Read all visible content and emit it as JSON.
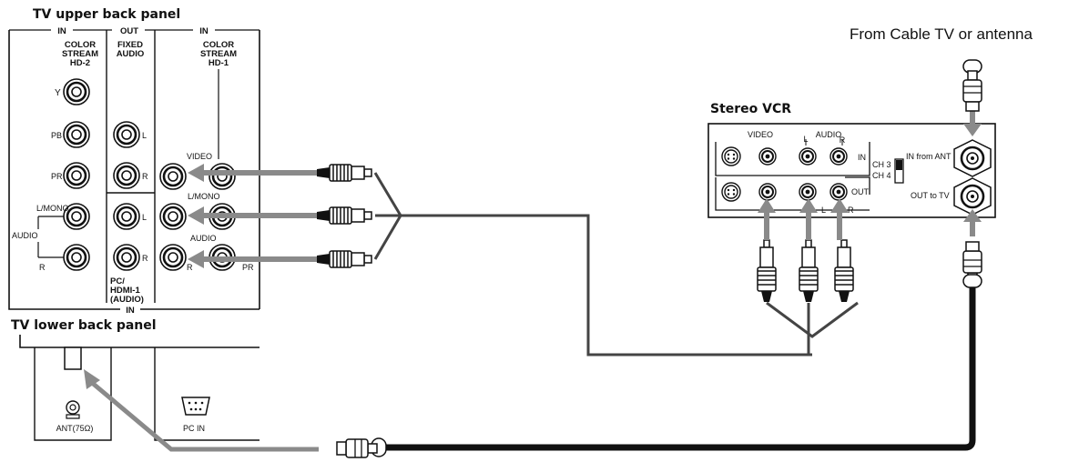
{
  "titles": {
    "upper_panel": "TV upper back panel",
    "lower_panel": "TV lower back panel",
    "vcr": "Stereo VCR",
    "source": "From Cable TV or antenna"
  },
  "upper_panel": {
    "group_in_left": "IN",
    "group_out": "OUT",
    "group_in_right": "IN",
    "color_stream_hd2": [
      "COLOR",
      "STREAM",
      "HD-2"
    ],
    "fixed_audio": [
      "FIXED",
      "AUDIO"
    ],
    "color_stream_hd1": [
      "COLOR",
      "STREAM",
      "HD-1"
    ],
    "jack_y": "Y",
    "jack_pb": "PB",
    "jack_pr": "PR",
    "jack_lmono": "L/MONO",
    "jack_audio": "AUDIO",
    "jack_r": "R",
    "fixed_l": "L",
    "fixed_r": "R",
    "pc_hdmi_audio": [
      "PC/",
      "HDMI-1",
      "(AUDIO)"
    ],
    "pc_hdmi_in": "IN",
    "hd1_video": "VIDEO",
    "hd1_lmono": "L/MONO",
    "hd1_audio": "AUDIO",
    "hd1_r": "R",
    "hd1_pr": "PR"
  },
  "lower_panel": {
    "ant": "ANT(75Ω)",
    "pc_in": "PC IN"
  },
  "vcr": {
    "video": "VIDEO",
    "audio": "AUDIO",
    "audio_l": "L",
    "audio_r": "R",
    "in": "IN",
    "out": "OUT",
    "out_l": "L",
    "out_r": "R",
    "ch3": "CH 3",
    "ch4": "CH 4",
    "in_from_ant": "IN from ANT",
    "out_to_tv": "OUT to TV"
  }
}
